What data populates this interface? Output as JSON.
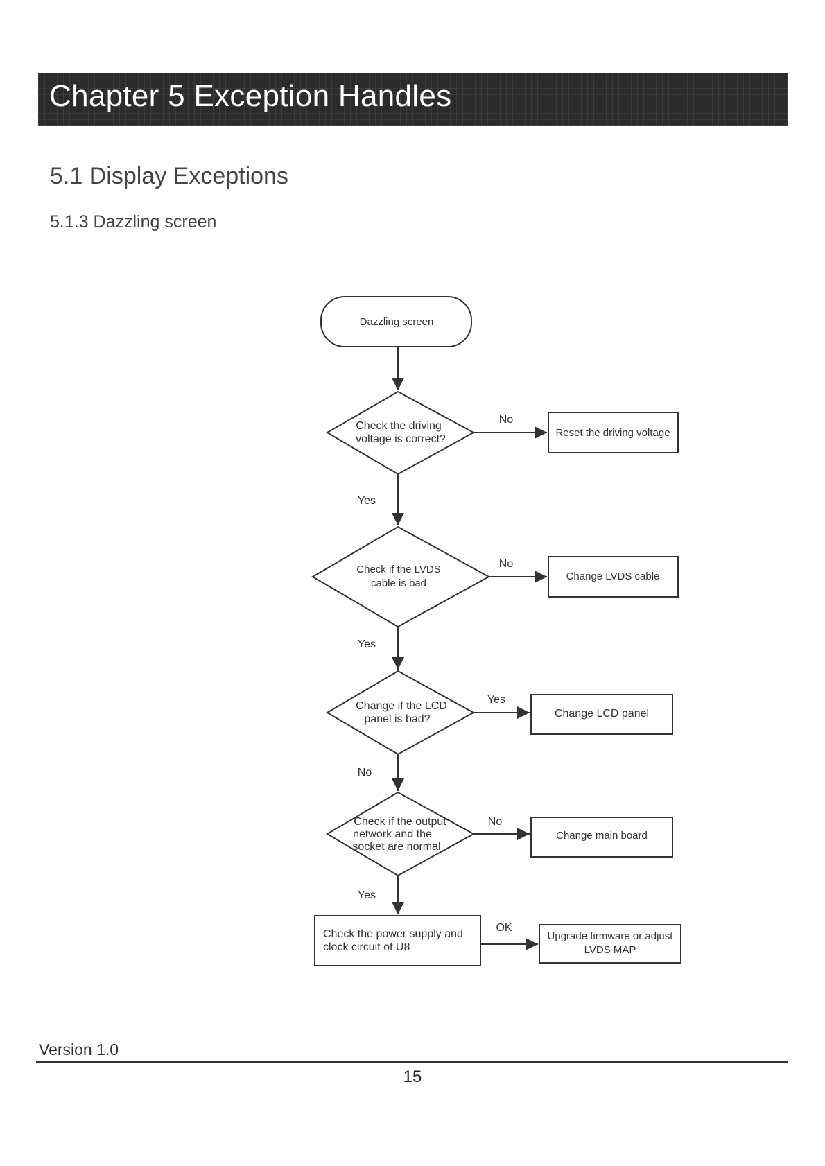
{
  "chapter": {
    "title": "Chapter 5 Exception Handles"
  },
  "section": {
    "title": "5.1 Display Exceptions"
  },
  "subsection": {
    "title": "5.1.3 Dazzling screen"
  },
  "flowchart": {
    "start": "Dazzling screen",
    "decision1": {
      "line1": "Check the driving",
      "line2": "voltage is correct?"
    },
    "decision1_no": "No",
    "decision1_yes": "Yes",
    "action1": "Reset the driving voltage",
    "decision2": {
      "line1": "Check if the LVDS",
      "line2": "cable is bad"
    },
    "decision2_no": "No",
    "decision2_yes": "Yes",
    "action2": "Change LVDS cable",
    "decision3": {
      "line1": "Change if the LCD",
      "line2": "panel is bad?"
    },
    "decision3_yes": "Yes",
    "decision3_no": "No",
    "action3": "Change LCD panel",
    "decision4": {
      "line1": "Check if the output",
      "line2": "network and the",
      "line3": "socket are normal"
    },
    "decision4_no": "No",
    "decision4_yes": "Yes",
    "action4": "Change main board",
    "process": {
      "line1": "Check the power supply and",
      "line2": "clock circuit of U8"
    },
    "process_ok": "OK",
    "final": {
      "line1": "Upgrade firmware or adjust",
      "line2": "LVDS MAP"
    }
  },
  "footer": {
    "version": "Version 1.0",
    "page_number": "15"
  }
}
